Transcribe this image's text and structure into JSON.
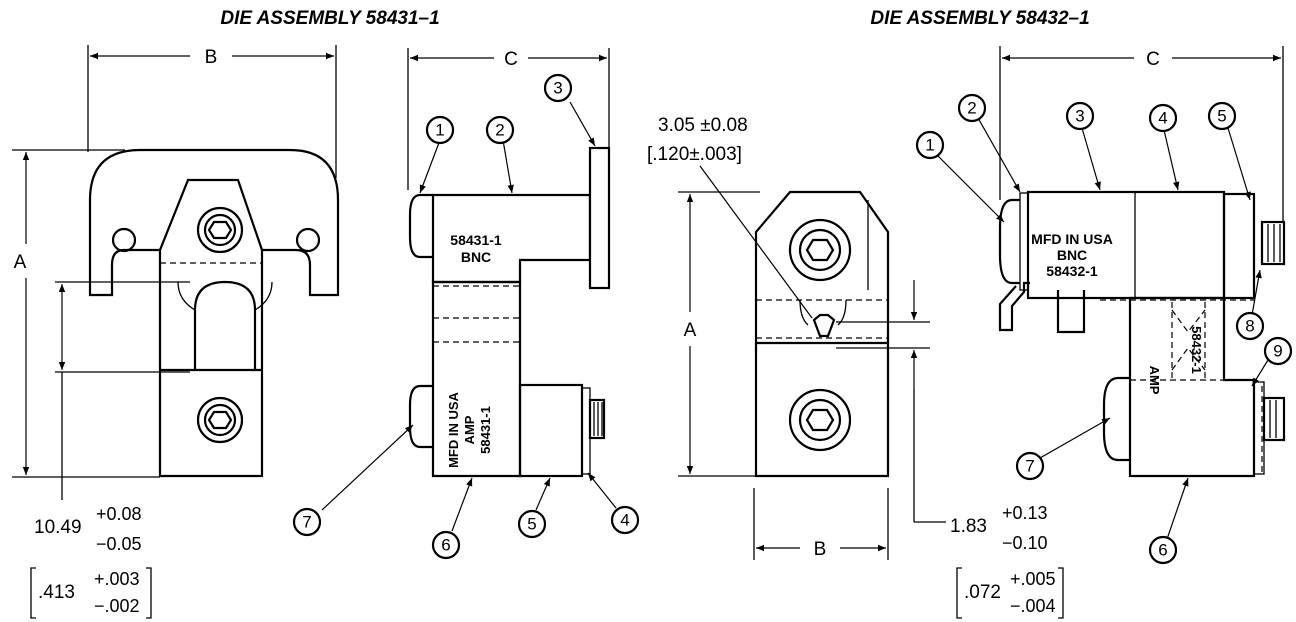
{
  "titles": {
    "left": "DIE ASSEMBLY 58431–1",
    "right": "DIE ASSEMBLY 58432–1"
  },
  "dims": {
    "A": "A",
    "B": "B",
    "C": "C"
  },
  "tolerance_left": {
    "nominal_mm": "10.49",
    "plus_mm": "+0.08",
    "minus_mm": "−0.05",
    "nominal_in": ".413",
    "plus_in": "+.003",
    "minus_in": "−.002"
  },
  "tolerance_right": {
    "nominal_mm": "1.83",
    "plus_mm": "+0.13",
    "minus_mm": "−0.10",
    "nominal_in": ".072",
    "plus_in": "+.005",
    "minus_in": "−.004"
  },
  "tolerance_mid": {
    "value_mm": "3.05 ±0.08",
    "value_in": "[.120±.003]"
  },
  "callouts_left": [
    "1",
    "2",
    "3",
    "4",
    "5",
    "6",
    "7"
  ],
  "callouts_right": [
    "1",
    "2",
    "3",
    "4",
    "5",
    "6",
    "7",
    "8",
    "9"
  ],
  "markings": {
    "left_top_1": "58431-1",
    "left_top_2": "BNC",
    "left_side_1": "MFD IN USA",
    "left_side_2": "AMP",
    "left_side_3": "58431-1",
    "right_top_1": "MFD IN USA",
    "right_top_2": "BNC",
    "right_top_3": "58432-1",
    "right_side_1": "AMP",
    "right_side_2": "58432-1"
  }
}
